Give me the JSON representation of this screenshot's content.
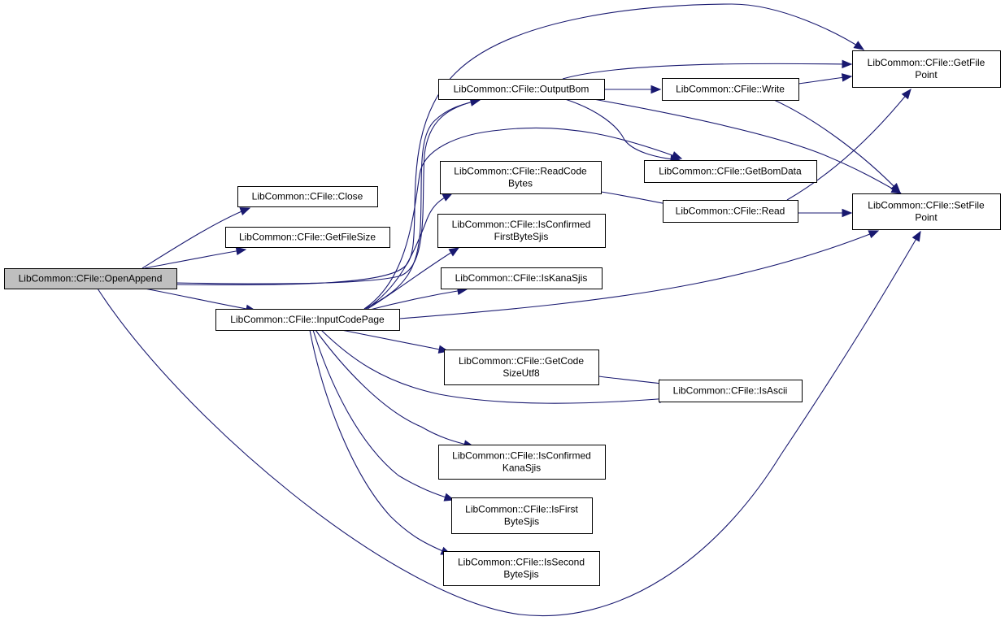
{
  "diagram": {
    "nodes": [
      {
        "id": "openappend",
        "lines": [
          "LibCommon::CFile::OpenAppend"
        ],
        "root": true
      },
      {
        "id": "close",
        "lines": [
          "LibCommon::CFile::Close"
        ]
      },
      {
        "id": "getfilesize",
        "lines": [
          "LibCommon::CFile::GetFileSize"
        ]
      },
      {
        "id": "inputcodepage",
        "lines": [
          "LibCommon::CFile::InputCodePage"
        ]
      },
      {
        "id": "outputbom",
        "lines": [
          "LibCommon::CFile::OutputBom"
        ]
      },
      {
        "id": "readcodebytes",
        "lines": [
          "LibCommon::CFile::ReadCode",
          "Bytes"
        ]
      },
      {
        "id": "isconfirmedfirstbytesjis",
        "lines": [
          "LibCommon::CFile::IsConfirmed",
          "FirstByteSjis"
        ]
      },
      {
        "id": "iskanasjis",
        "lines": [
          "LibCommon::CFile::IsKanaSjis"
        ]
      },
      {
        "id": "getcodesizeutf8",
        "lines": [
          "LibCommon::CFile::GetCode",
          "SizeUtf8"
        ]
      },
      {
        "id": "isconfirmedkanasjis",
        "lines": [
          "LibCommon::CFile::IsConfirmed",
          "KanaSjis"
        ]
      },
      {
        "id": "isfirstbytesjis",
        "lines": [
          "LibCommon::CFile::IsFirst",
          "ByteSjis"
        ]
      },
      {
        "id": "issecondbytesjis",
        "lines": [
          "LibCommon::CFile::IsSecond",
          "ByteSjis"
        ]
      },
      {
        "id": "write",
        "lines": [
          "LibCommon::CFile::Write"
        ]
      },
      {
        "id": "getbomdata",
        "lines": [
          "LibCommon::CFile::GetBomData"
        ]
      },
      {
        "id": "read",
        "lines": [
          "LibCommon::CFile::Read"
        ]
      },
      {
        "id": "isascii",
        "lines": [
          "LibCommon::CFile::IsAscii"
        ]
      },
      {
        "id": "getfilepoint",
        "lines": [
          "LibCommon::CFile::GetFile",
          "Point"
        ]
      },
      {
        "id": "setfilepoint",
        "lines": [
          "LibCommon::CFile::SetFile",
          "Point"
        ]
      }
    ],
    "edges": [
      {
        "from": "openappend",
        "to": "close"
      },
      {
        "from": "openappend",
        "to": "getfilesize"
      },
      {
        "from": "openappend",
        "to": "inputcodepage"
      },
      {
        "from": "openappend",
        "to": "outputbom"
      },
      {
        "from": "openappend",
        "to": "getfilepoint"
      },
      {
        "from": "openappend",
        "to": "setfilepoint"
      },
      {
        "from": "inputcodepage",
        "to": "outputbom"
      },
      {
        "from": "inputcodepage",
        "to": "getbomdata"
      },
      {
        "from": "inputcodepage",
        "to": "readcodebytes"
      },
      {
        "from": "inputcodepage",
        "to": "isconfirmedfirstbytesjis"
      },
      {
        "from": "inputcodepage",
        "to": "iskanasjis"
      },
      {
        "from": "inputcodepage",
        "to": "setfilepoint"
      },
      {
        "from": "inputcodepage",
        "to": "getcodesizeutf8"
      },
      {
        "from": "inputcodepage",
        "to": "isascii"
      },
      {
        "from": "inputcodepage",
        "to": "isconfirmedkanasjis"
      },
      {
        "from": "inputcodepage",
        "to": "isfirstbytesjis"
      },
      {
        "from": "inputcodepage",
        "to": "issecondbytesjis"
      },
      {
        "from": "outputbom",
        "to": "getfilepoint"
      },
      {
        "from": "outputbom",
        "to": "write"
      },
      {
        "from": "outputbom",
        "to": "getbomdata"
      },
      {
        "from": "outputbom",
        "to": "setfilepoint"
      },
      {
        "from": "write",
        "to": "getfilepoint"
      },
      {
        "from": "write",
        "to": "setfilepoint"
      },
      {
        "from": "readcodebytes",
        "to": "read"
      },
      {
        "from": "read",
        "to": "getfilepoint"
      },
      {
        "from": "read",
        "to": "setfilepoint"
      },
      {
        "from": "getcodesizeutf8",
        "to": "isascii"
      }
    ]
  }
}
